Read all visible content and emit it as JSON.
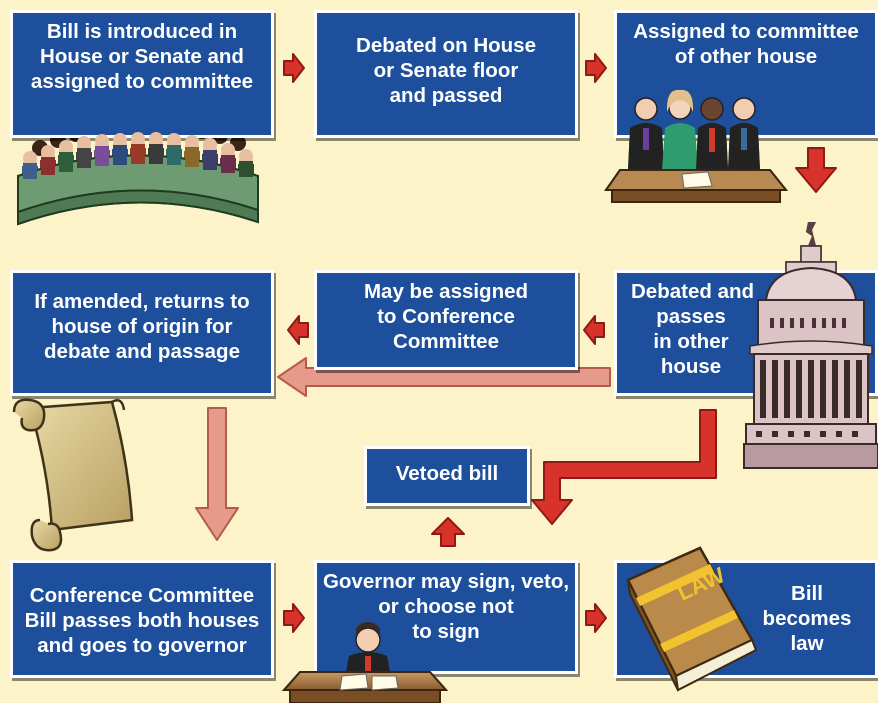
{
  "colors": {
    "background": "#fdf3c9",
    "box_fill": "#1d4f9c",
    "box_border": "#ffffff",
    "arrow_fill": "#d8332b",
    "arrow_stroke": "#8e1a14",
    "long_arrow_fill": "#e59a8c"
  },
  "steps": [
    {
      "id": "introduced",
      "lines": [
        "Bill is introduced in",
        "House or Senate and",
        "assigned to committee"
      ]
    },
    {
      "id": "debated-first",
      "lines": [
        "Debated on House",
        "or Senate floor",
        "and passed"
      ]
    },
    {
      "id": "assigned-other",
      "lines": [
        "Assigned to committee",
        "of other house"
      ]
    },
    {
      "id": "debated-other",
      "lines": [
        "Debated and",
        "passes",
        "in other",
        "house"
      ]
    },
    {
      "id": "conference",
      "lines": [
        "May be assigned",
        "to Conference",
        "Committee"
      ]
    },
    {
      "id": "amended",
      "lines": [
        "If amended, returns to",
        "house of origin for",
        "debate and passage"
      ]
    },
    {
      "id": "vetoed",
      "lines": [
        "Vetoed bill"
      ]
    },
    {
      "id": "both-houses",
      "lines": [
        "Conference Committee",
        "Bill passes both houses",
        "and goes to governor"
      ]
    },
    {
      "id": "governor",
      "lines": [
        "Governor may sign, veto,",
        "or choose not",
        "to sign"
      ]
    },
    {
      "id": "becomes-law",
      "lines": [
        "Bill",
        "becomes",
        "law"
      ]
    }
  ],
  "illustrations": {
    "book_label": "LAW",
    "legislature": "assembly-icon",
    "committee": "committee-icon",
    "capitol": "capitol-icon",
    "scroll": "scroll-icon",
    "governor": "governor-icon",
    "book": "law-book-icon"
  }
}
